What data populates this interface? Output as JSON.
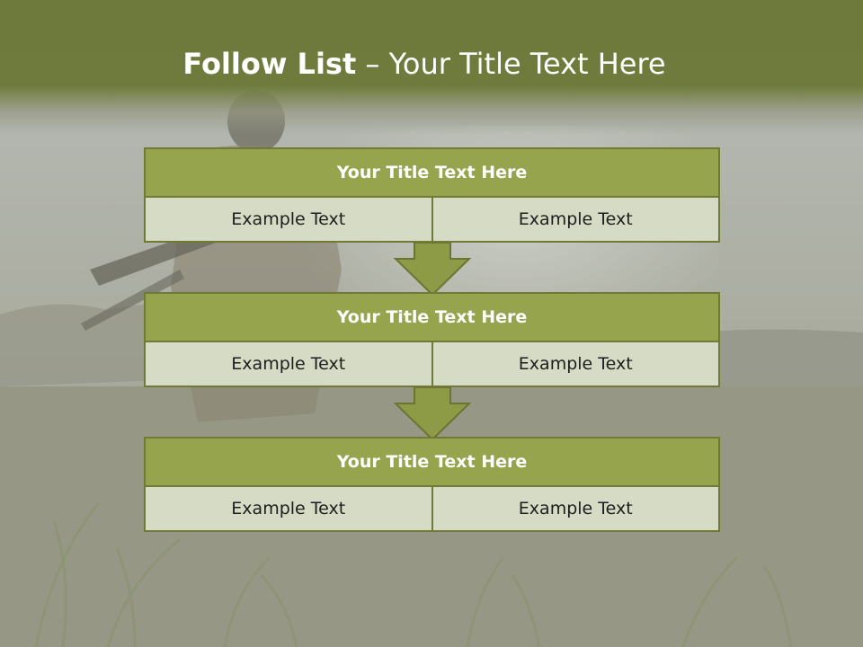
{
  "slide": {
    "title_bold": "Follow List",
    "title_rest": " – Your Title Text Here"
  },
  "steps": [
    {
      "title": "Your Title Text Here",
      "left": "Example Text",
      "right": "Example Text"
    },
    {
      "title": "Your Title Text Here",
      "left": "Example Text",
      "right": "Example Text"
    },
    {
      "title": "Your Title Text Here",
      "left": "Example Text",
      "right": "Example Text"
    }
  ],
  "colors": {
    "header": "#6f7b3d",
    "block_title": "#97a44e",
    "block_cell": "#d5dbc4",
    "border": "#707a36",
    "arrow": "#8e9b46"
  }
}
